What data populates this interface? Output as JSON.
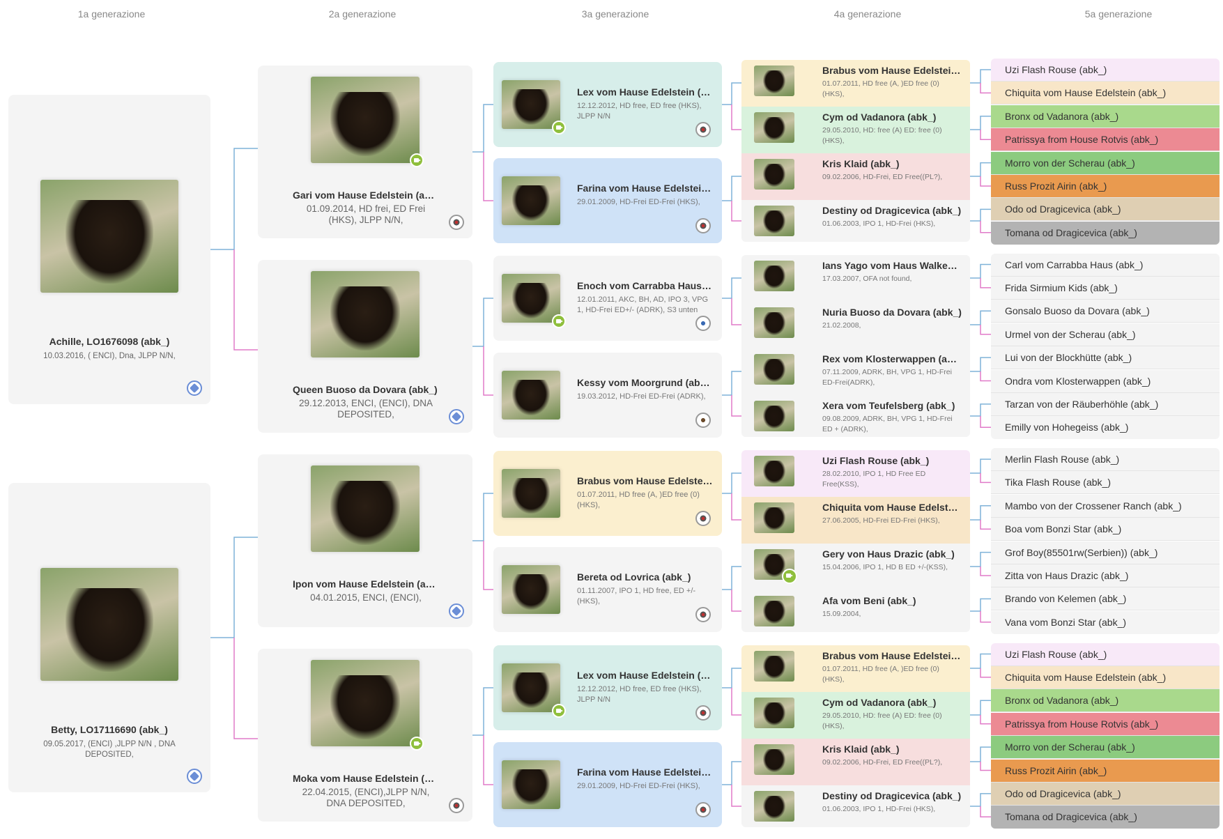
{
  "headers": [
    "1a generazione",
    "2a generazione",
    "3a generazione",
    "4a generazione",
    "5a generazione"
  ],
  "colors": {
    "neutral": "#f4f4f4",
    "teal": "#d7eeea",
    "blue": "#cfe2f7",
    "yellow": "#fbefcf",
    "green": "#d9f2dd",
    "pink": "#f7dede",
    "lavender": "#f8e9f8",
    "peach": "#f8e6c8",
    "lime": "#a9d98c",
    "red": "#ec8a93",
    "green2": "#8ccb7f",
    "orange": "#e99a4f",
    "tan": "#dfcfb3",
    "grey": "#b3b3b3",
    "line_sire": "#7fb2d8",
    "line_dam": "#e07ac8"
  },
  "gen1": [
    {
      "name": "Achille, LO1676098 (abk_)",
      "info": "10.03.2016, ( ENCI), Dna, JLPP N/N,",
      "reg_icon": "enci-icon"
    },
    {
      "name": "Betty, LO17116690 (abk_)",
      "info": "09.05.2017, (ENCI) ,JLPP N/N , DNA DEPOSITED,",
      "reg_icon": "enci-icon"
    }
  ],
  "gen2": [
    {
      "name": "Gari vom Hause Edelstein (abk_)",
      "info": "01.09.2014, HD frei, ED Frei (HKS), JLPP N/N,",
      "reg_icon": "vdh-icon",
      "video": true
    },
    {
      "name": "Queen Buoso da Dovara (abk_)",
      "info": "29.12.2013, ENCI, (ENCI), DNA DEPOSITED,",
      "reg_icon": "enci-icon",
      "video": false
    },
    {
      "name": "Ipon vom Hause Edelstein (abk_)",
      "info": "04.01.2015, ENCI, (ENCI),",
      "reg_icon": "enci-icon",
      "video": false
    },
    {
      "name": "Moka vom Hause Edelstein (abk_)",
      "info": "22.04.2015, (ENCI),JLPP N/N, DNA DEPOSITED,",
      "reg_icon": "vdh-icon",
      "video": true
    }
  ],
  "gen3": [
    {
      "name": "Lex vom Hause Edelstein (abk_)",
      "info": "12.12.2012, HD free, ED free (HKS), JLPP N/N",
      "color": "teal",
      "reg_icon": "vdh-icon",
      "video": true
    },
    {
      "name": "Farina vom Hause Edelstein (abk_)",
      "info": "29.01.2009, HD-Frei ED-Frei (HKS),",
      "color": "blue",
      "reg_icon": "vdh-icon",
      "video": false
    },
    {
      "name": "Enoch vom Carrabba Haus (abk_)",
      "info": "12.01.2011, AKC, BH, AD, IPO 3, VPG 1, HD-Frei ED+/- (ADRK), S3 unten",
      "color": "neutral",
      "reg_icon": "adrk-icon",
      "video": true
    },
    {
      "name": "Kessy vom Moorgrund (abk_)",
      "info": "19.03.2012, HD-Frei ED-Frei (ADRK),",
      "color": "neutral",
      "reg_icon": "fci-icon",
      "video": false
    },
    {
      "name": "Brabus vom Hause Edelstein (abk_)",
      "info": "01.07.2011, HD free (A, )ED free (0) (HKS),",
      "color": "yellow",
      "reg_icon": "vdh-icon",
      "video": false
    },
    {
      "name": "Bereta od Lovrica (abk_)",
      "info": "01.11.2007, IPO 1, HD free, ED +/- (HKS),",
      "color": "neutral",
      "reg_icon": "vdh-icon",
      "video": false
    },
    {
      "name": "Lex vom Hause Edelstein (abk_)",
      "info": "12.12.2012, HD free, ED free (HKS), JLPP N/N",
      "color": "teal",
      "reg_icon": "vdh-icon",
      "video": true
    },
    {
      "name": "Farina vom Hause Edelstein (abk_)",
      "info": "29.01.2009, HD-Frei ED-Frei (HKS),",
      "color": "blue",
      "reg_icon": "vdh-icon",
      "video": false
    }
  ],
  "gen4": [
    {
      "name": "Brabus vom Hause Edelstein (abk_)",
      "info": "01.07.2011, HD free (A, )ED free (0) (HKS),",
      "color": "yellow"
    },
    {
      "name": "Cym od Vadanora (abk_)",
      "info": "29.05.2010, HD: free (A) ED: free (0) (HKS),",
      "color": "green"
    },
    {
      "name": "Kris Klaid (abk_)",
      "info": "09.02.2006, HD-Frei, ED Free((PL?),",
      "color": "pink"
    },
    {
      "name": "Destiny od Dragicevica (abk_)",
      "info": "01.06.2003, IPO 1, HD-Frei (HKS),",
      "color": "neutral"
    },
    {
      "name": "Ians Yago vom Haus Walkenau (abk_)",
      "info": "17.03.2007, OFA not found,",
      "color": "neutral"
    },
    {
      "name": "Nuria Buoso da Dovara (abk_)",
      "info": "21.02.2008,",
      "color": "neutral"
    },
    {
      "name": "Rex vom Klosterwappen (abk_)",
      "info": "07.11.2009, ADRK, BH, VPG 1, HD-Frei ED-Frei(ADRK),",
      "color": "neutral"
    },
    {
      "name": "Xera vom Teufelsberg (abk_)",
      "info": "09.08.2009, ADRK, BH, VPG 1, HD-Frei ED + (ADRK),",
      "color": "neutral"
    },
    {
      "name": "Uzi Flash Rouse (abk_)",
      "info": "28.02.2010, IPO 1, HD Free ED Free(KSS),",
      "color": "lavender"
    },
    {
      "name": "Chiquita vom Hause Edelstein (abk_)",
      "info": "27.06.2005, HD-Frei ED-Frei (HKS),",
      "color": "peach"
    },
    {
      "name": "Gery von Haus Drazic (abk_)",
      "info": "15.04.2006, IPO 1, HD B ED +/-(KSS),",
      "color": "neutral",
      "video": true
    },
    {
      "name": "Afa vom Beni (abk_)",
      "info": "15.09.2004,",
      "color": "neutral"
    },
    {
      "name": "Brabus vom Hause Edelstein (abk_)",
      "info": "01.07.2011, HD free (A, )ED free (0) (HKS),",
      "color": "yellow"
    },
    {
      "name": "Cym od Vadanora (abk_)",
      "info": "29.05.2010, HD: free (A) ED: free (0) (HKS),",
      "color": "green"
    },
    {
      "name": "Kris Klaid (abk_)",
      "info": "09.02.2006, HD-Frei, ED Free((PL?),",
      "color": "pink"
    },
    {
      "name": "Destiny od Dragicevica (abk_)",
      "info": "01.06.2003, IPO 1, HD-Frei (HKS),",
      "color": "neutral"
    }
  ],
  "gen5": [
    {
      "name": "Uzi Flash Rouse (abk_)",
      "color": "lavender"
    },
    {
      "name": "Chiquita vom Hause Edelstein (abk_)",
      "color": "peach"
    },
    {
      "name": "Bronx od Vadanora (abk_)",
      "color": "lime"
    },
    {
      "name": "Patrissya from House Rotvis (abk_)",
      "color": "red"
    },
    {
      "name": "Morro von der Scherau (abk_)",
      "color": "green2"
    },
    {
      "name": "Russ Prozit Airin (abk_)",
      "color": "orange"
    },
    {
      "name": "Odo od Dragicevica (abk_)",
      "color": "tan"
    },
    {
      "name": "Tomana od Dragicevica (abk_)",
      "color": "grey"
    },
    {
      "name": "Carl vom Carrabba Haus (abk_)",
      "color": "neutral"
    },
    {
      "name": "Frida Sirmium Kids (abk_)",
      "color": "neutral"
    },
    {
      "name": "Gonsalo Buoso da Dovara (abk_)",
      "color": "neutral"
    },
    {
      "name": "Urmel von der Scherau (abk_)",
      "color": "neutral"
    },
    {
      "name": "Lui von der Blockhütte (abk_)",
      "color": "neutral"
    },
    {
      "name": "Ondra vom Klosterwappen (abk_)",
      "color": "neutral"
    },
    {
      "name": "Tarzan von der Räuberhöhle (abk_)",
      "color": "neutral"
    },
    {
      "name": "Emilly von Hohegeiss (abk_)",
      "color": "neutral"
    },
    {
      "name": "Merlin Flash Rouse (abk_)",
      "color": "neutral"
    },
    {
      "name": "Tika Flash Rouse (abk_)",
      "color": "neutral"
    },
    {
      "name": "Mambo von der Crossener Ranch (abk_)",
      "color": "neutral"
    },
    {
      "name": "Boa vom Bonzi Star (abk_)",
      "color": "neutral"
    },
    {
      "name": "Grof Boy(85501rw(Serbien)) (abk_)",
      "color": "neutral"
    },
    {
      "name": "Zitta von Haus Drazic (abk_)",
      "color": "neutral"
    },
    {
      "name": "Brando von Kelemen (abk_)",
      "color": "neutral"
    },
    {
      "name": "Vana vom Bonzi Star (abk_)",
      "color": "neutral"
    },
    {
      "name": "Uzi Flash Rouse (abk_)",
      "color": "lavender"
    },
    {
      "name": "Chiquita vom Hause Edelstein (abk_)",
      "color": "peach"
    },
    {
      "name": "Bronx od Vadanora (abk_)",
      "color": "lime"
    },
    {
      "name": "Patrissya from House Rotvis (abk_)",
      "color": "red"
    },
    {
      "name": "Morro von der Scherau (abk_)",
      "color": "green2"
    },
    {
      "name": "Russ Prozit Airin (abk_)",
      "color": "orange"
    },
    {
      "name": "Odo od Dragicevica (abk_)",
      "color": "tan"
    },
    {
      "name": "Tomana od Dragicevica (abk_)",
      "color": "grey"
    }
  ]
}
